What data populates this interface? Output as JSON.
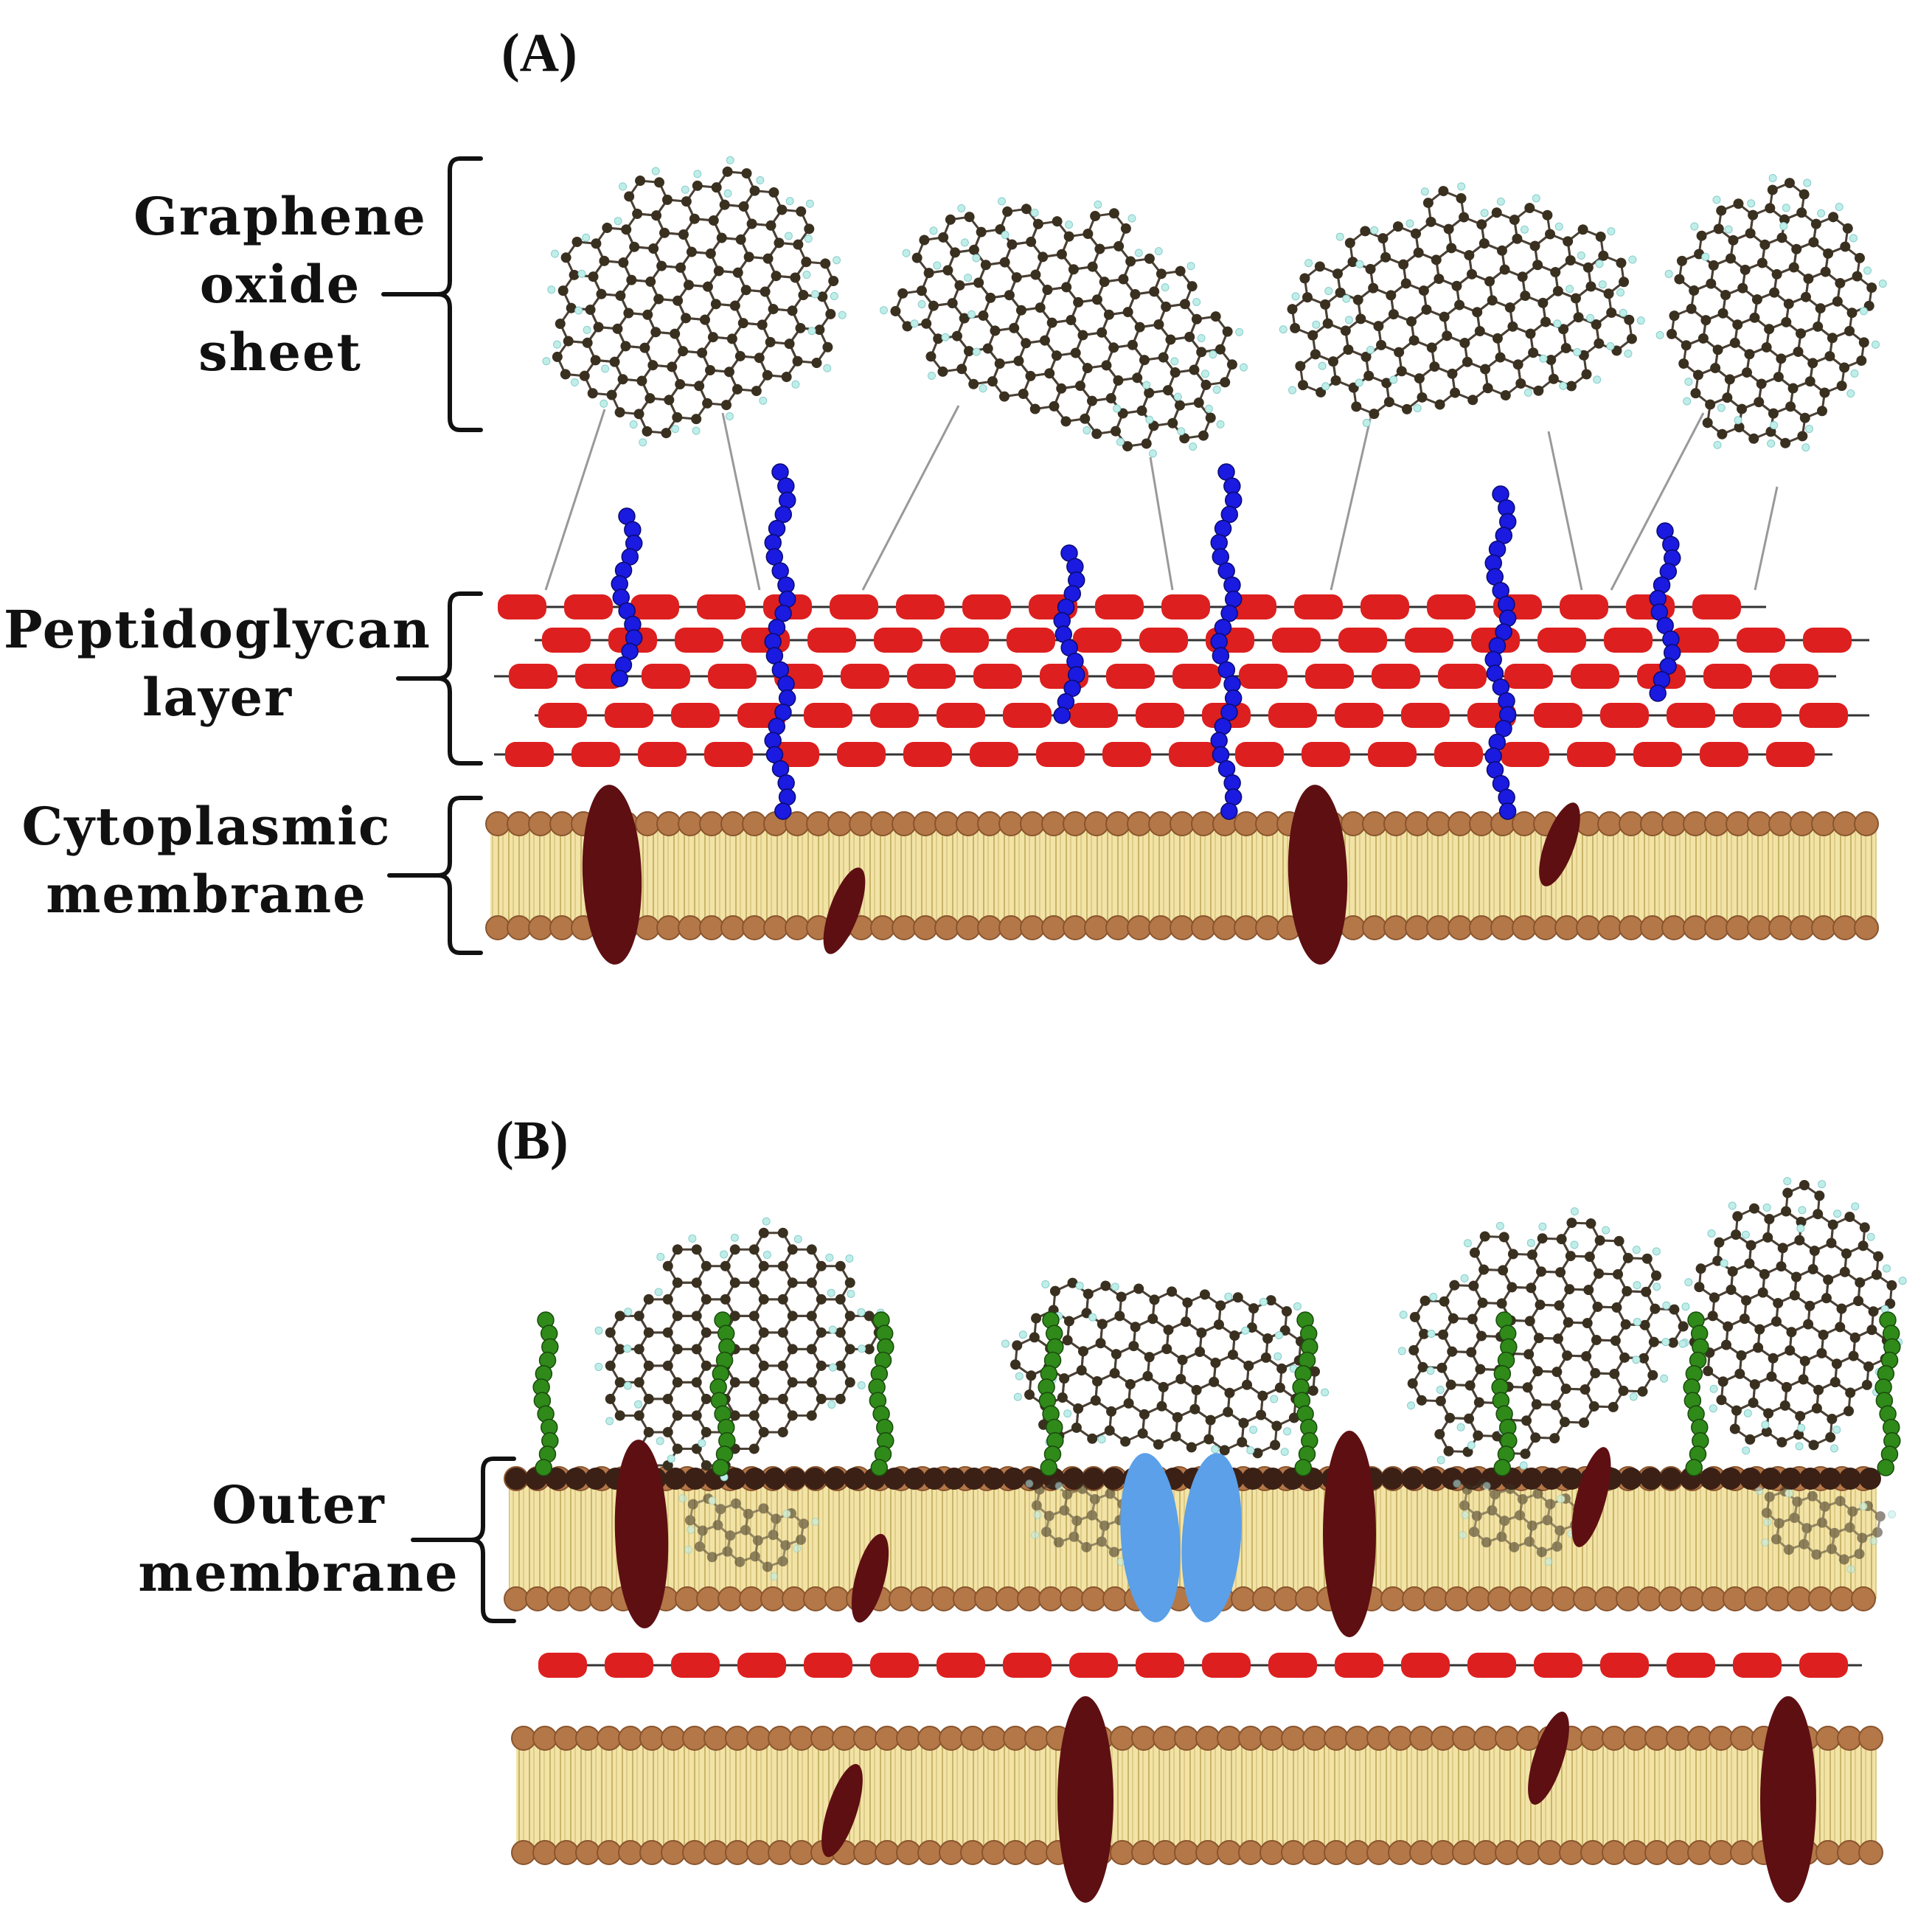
{
  "panels": {
    "a": {
      "label": "(A)",
      "labels": {
        "graphene": [
          "Graphene",
          "oxide",
          "sheet"
        ],
        "peptidoglycan": [
          "Peptidoglycan",
          "layer"
        ],
        "cytoplasmic": [
          "Cytoplasmic",
          "membrane"
        ]
      }
    },
    "b": {
      "label": "(B)",
      "labels": {
        "outer": [
          "Outer",
          "membrane"
        ]
      }
    }
  },
  "colors": {
    "carbon_atom": "#3a3020",
    "hydrogen_atom": "#bfeee8",
    "peptidoglycan_block": "#dd1f1f",
    "teichoic_chain": "#1a1ae0",
    "lipopolysaccharide_chain": "#2f8a1a",
    "lipid_head": "#b47748",
    "lipid_tail_bg": "#efe0a2",
    "membrane_protein": "#5e0f12",
    "porin": "#5ba0e8"
  },
  "icons": [
    "graphene-sheet-icon",
    "membrane-protein-icon",
    "porin-icon",
    "teichoic-acid-chain-icon",
    "lps-chain-icon"
  ]
}
